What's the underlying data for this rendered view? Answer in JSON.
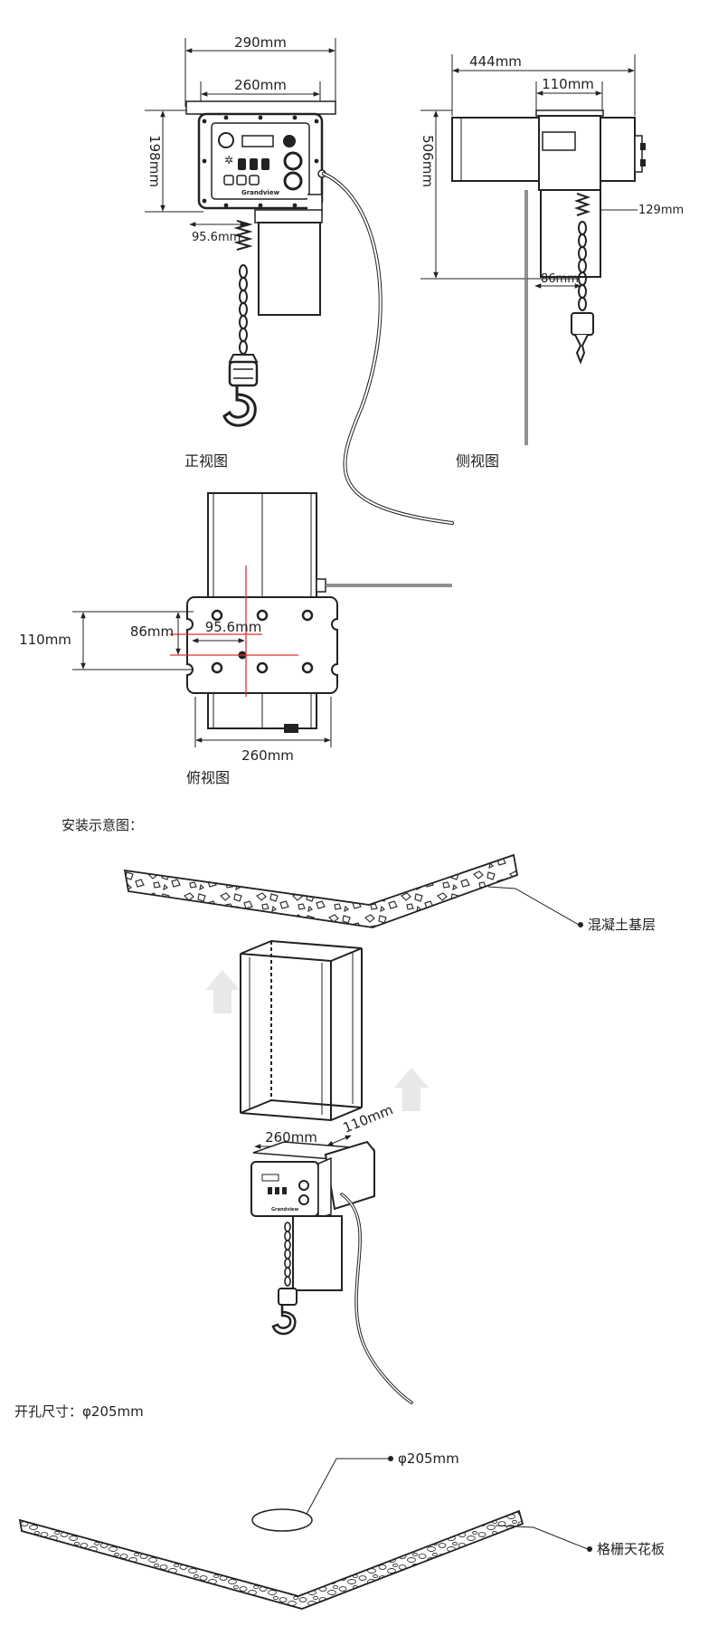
{
  "front_view": {
    "caption": "正视图",
    "dim_outer_width": "290mm",
    "dim_inner_width": "260mm",
    "dim_height": "198mm",
    "dim_offset": "95.6mm",
    "brand": "Grandview"
  },
  "side_view": {
    "caption": "侧视图",
    "dim_depth": "444mm",
    "dim_plate": "110mm",
    "dim_total_height": "506mm",
    "dim_right": "129mm",
    "dim_hook_offset": "86mm"
  },
  "top_view": {
    "caption": "俯视图",
    "dim_left": "110mm",
    "dim_inner": "86mm",
    "dim_offset": "95.6mm",
    "dim_width": "260mm"
  },
  "install": {
    "title": "安装示意图：",
    "concrete_label": "混凝土基层",
    "dim_width": "260mm",
    "dim_depth": "110mm",
    "brand": "Grandview"
  },
  "cutout": {
    "title": "开孔尺寸：φ205mm",
    "hole_label": "φ205mm",
    "ceiling_label": "格栅天花板"
  }
}
